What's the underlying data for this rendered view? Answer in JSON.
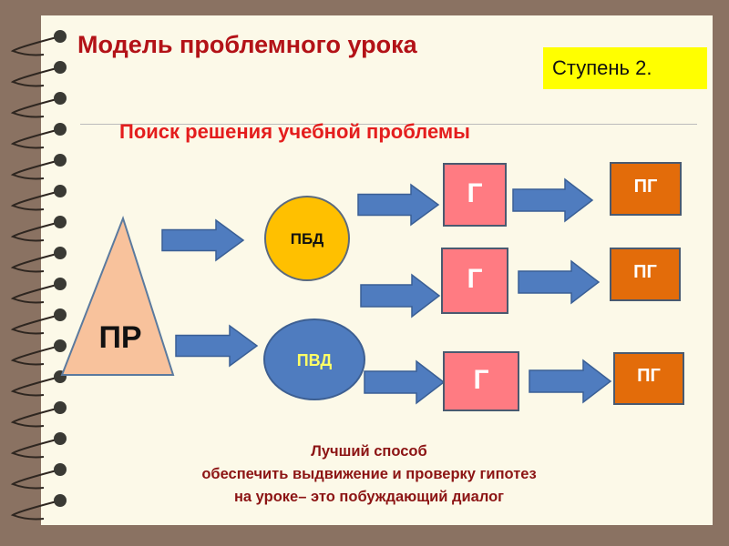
{
  "title": "Модель проблемного урока",
  "step": "Ступень 2.",
  "subtitle": "Поиск решения учебной проблемы",
  "nodes": {
    "problem": "ПР",
    "pbd": "ПБД",
    "pvd": "ПВД",
    "hypothesis": "Г",
    "hypothesis_check": "ПГ"
  },
  "footer": {
    "line1": "Лучший способ",
    "line2": "обеспечить выдвижение и проверку гипотез",
    "line3": "на уроке– это побуждающий диалог"
  },
  "colors": {
    "title": "#b31217",
    "subtitle": "#e41d1d",
    "triangle": "#f8c29c",
    "pbd": "#ffc000",
    "pvd": "#4f7cbf",
    "hypothesis": "#ff7b82",
    "check": "#e36c0a",
    "arrow": "#4f7cbf"
  }
}
